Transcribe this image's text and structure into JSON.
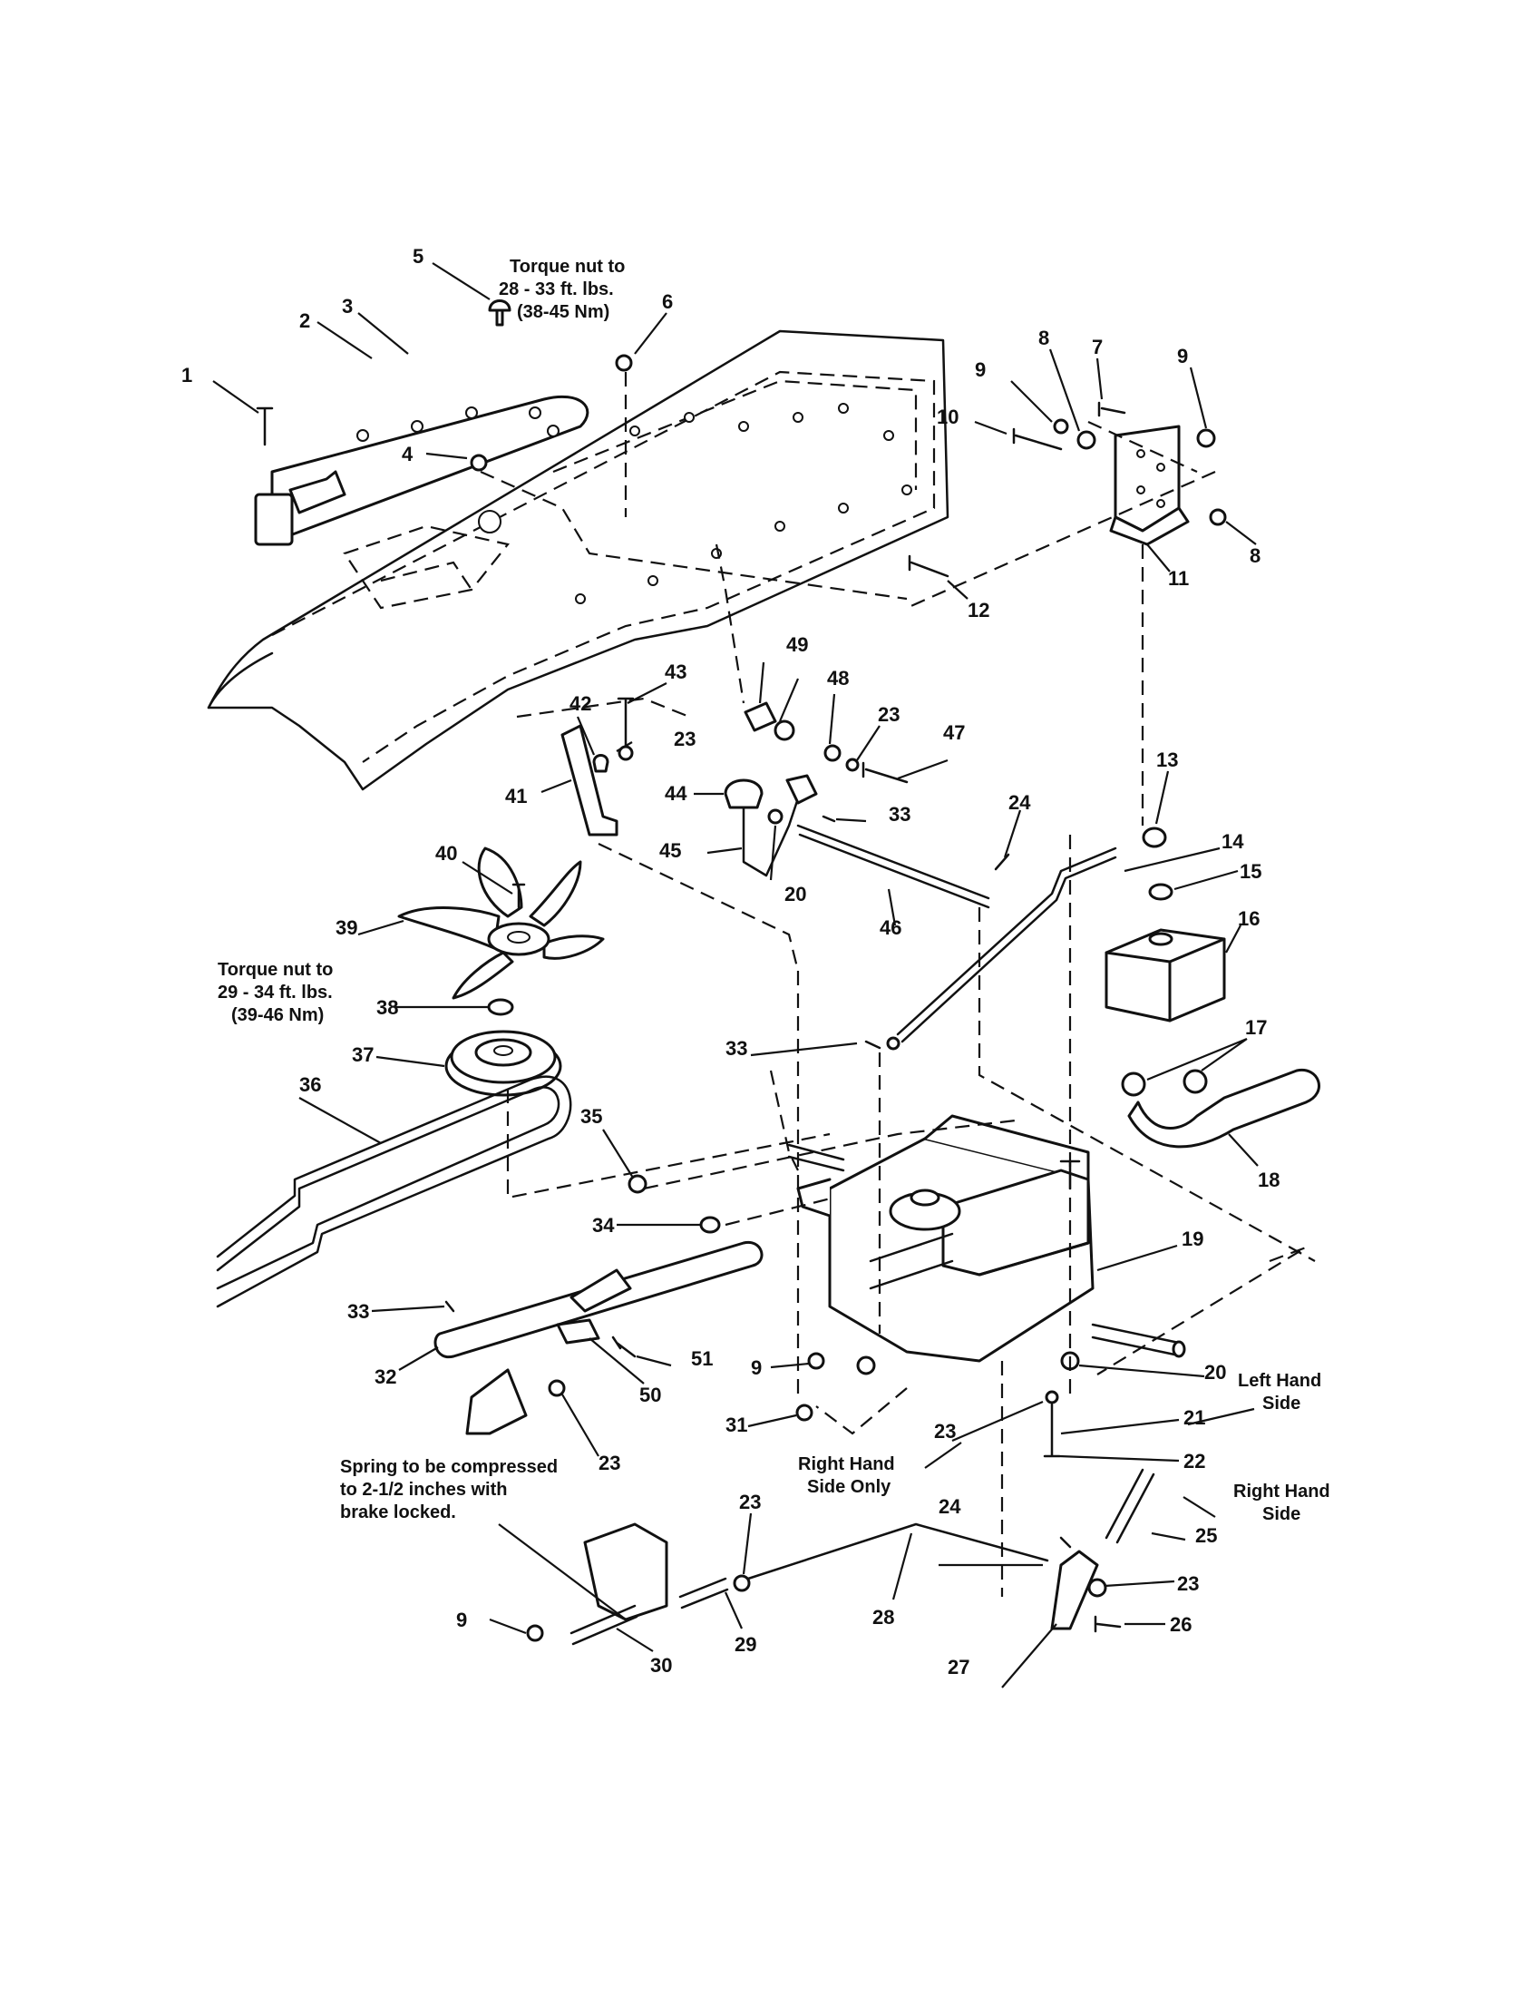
{
  "callouts": {
    "c1": "1",
    "c2": "2",
    "c3": "3",
    "c4": "4",
    "c5": "5",
    "c6": "6",
    "c7": "7",
    "c8a": "8",
    "c8b": "8",
    "c9a": "9",
    "c9b": "9",
    "c9c": "9",
    "c9d": "9",
    "c10": "10",
    "c11": "11",
    "c12": "12",
    "c13": "13",
    "c14": "14",
    "c15": "15",
    "c16": "16",
    "c17": "17",
    "c18": "18",
    "c19": "19",
    "c20a": "20",
    "c20b": "20",
    "c21": "21",
    "c22": "22",
    "c23a": "23",
    "c23b": "23",
    "c23c": "23",
    "c23d": "23",
    "c23e": "23",
    "c23f": "23",
    "c24a": "24",
    "c24b": "24",
    "c25": "25",
    "c26": "26",
    "c27": "27",
    "c28": "28",
    "c29": "29",
    "c30": "30",
    "c31": "31",
    "c32": "32",
    "c33a": "33",
    "c33b": "33",
    "c33c": "33",
    "c34": "34",
    "c35": "35",
    "c36": "36",
    "c37": "37",
    "c38": "38",
    "c39": "39",
    "c40": "40",
    "c41": "41",
    "c42": "42",
    "c43": "43",
    "c44": "44",
    "c45": "45",
    "c46": "46",
    "c47": "47",
    "c48": "48",
    "c49": "49",
    "c50": "50",
    "c51": "51"
  },
  "notes": {
    "torque_nut_top": [
      "Torque nut to",
      "28 - 33 ft. lbs.",
      "(38-45 Nm)"
    ],
    "torque_nut_pulley": [
      "Torque nut to",
      "29 - 34 ft. lbs.",
      "(39-46 Nm)"
    ],
    "spring_note": [
      "Spring to be compressed",
      "to 2-1/2 inches with",
      "brake locked."
    ],
    "right_hand_side_only": [
      "Right Hand",
      "Side Only"
    ],
    "left_hand_side": [
      "Left Hand",
      "Side"
    ],
    "right_hand_side": [
      "Right Hand",
      "Side"
    ]
  }
}
